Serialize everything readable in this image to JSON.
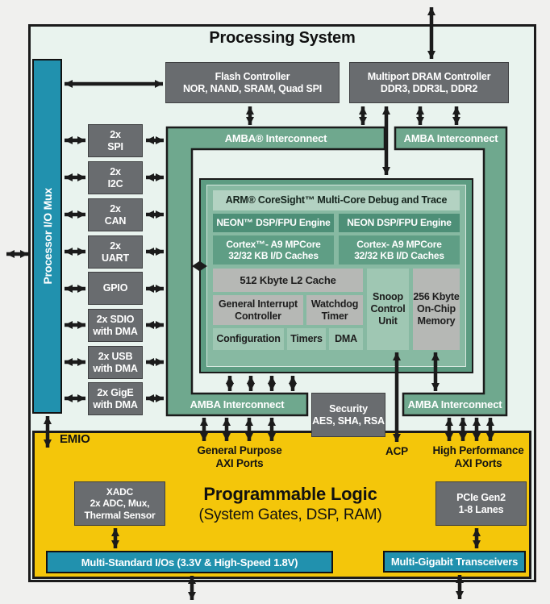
{
  "diagram": {
    "ps_title": "Processing System",
    "pl_title": "Programmable Logic",
    "pl_subtitle": "(System Gates, DSP, RAM)",
    "io_mux_label": "Processor I/O Mux",
    "flash": {
      "line1": "Flash Controller",
      "line2": "NOR, NAND, SRAM, Quad SPI"
    },
    "dram": {
      "line1": "Multiport DRAM Controller",
      "line2": "DDR3, DDR3L, DDR2"
    },
    "peripherals": [
      {
        "l1": "2x",
        "l2": "SPI"
      },
      {
        "l1": "2x",
        "l2": "I2C"
      },
      {
        "l1": "2x",
        "l2": "CAN"
      },
      {
        "l1": "2x",
        "l2": "UART"
      },
      {
        "l1": "GPIO",
        "l2": ""
      },
      {
        "l1": "2x SDIO",
        "l2": "with DMA"
      },
      {
        "l1": "2x USB",
        "l2": "with DMA"
      },
      {
        "l1": "2x GigE",
        "l2": "with DMA"
      }
    ],
    "amba_top_left": "AMBA® Interconnect",
    "amba_top_right": "AMBA Interconnect",
    "amba_bottom_left": "AMBA Interconnect",
    "amba_bottom_right": "AMBA Interconnect",
    "cpu": {
      "coresight": "ARM® CoreSight™ Multi-Core Debug and Trace",
      "neon_left": "NEON™ DSP/FPU Engine",
      "neon_right": "NEON DSP/FPU Engine",
      "cortex_left_l1": "Cortex™- A9 MPCore",
      "cortex_left_l2": "32/32 KB I/D Caches",
      "cortex_right_l1": "Cortex- A9 MPCore",
      "cortex_right_l2": "32/32 KB I/D Caches",
      "l2_cache": "512 Kbyte L2 Cache",
      "gic_l1": "General Interrupt",
      "gic_l2": "Controller",
      "watchdog_l1": "Watchdog",
      "watchdog_l2": "Timer",
      "configuration": "Configuration",
      "timers": "Timers",
      "dma": "DMA",
      "snoop_l1": "Snoop",
      "snoop_l2": "Control",
      "snoop_l3": "Unit",
      "ocm_l1": "256 Kbyte",
      "ocm_l2": "On-Chip",
      "ocm_l3": "Memory"
    },
    "security": {
      "l1": "Security",
      "l2": "AES, SHA, RSA"
    },
    "emio": "EMIO",
    "gp_axi_l1": "General Purpose",
    "gp_axi_l2": "AXI Ports",
    "acp": "ACP",
    "hp_axi_l1": "High Performance",
    "hp_axi_l2": "AXI Ports",
    "xadc": {
      "l1": "XADC",
      "l2": "2x ADC, Mux,",
      "l3": "Thermal Sensor"
    },
    "pcie": {
      "l1": "PCIe Gen2",
      "l2": "1-8 Lanes"
    },
    "multi_standard_ios": "Multi-Standard I/Os (3.3V & High-Speed 1.8V)",
    "multi_gigabit": "Multi-Gigabit Transceivers",
    "colors": {
      "teal": "#2191ae",
      "amba_green": "#6fa88e",
      "yellow": "#f4c60a",
      "block_gray": "#696c6f",
      "panel_green": "#87b9a2",
      "light_green": "#9fc7b3",
      "sub_gray": "#b6b8b5",
      "cyan_bg": "#e9f3ee"
    }
  }
}
